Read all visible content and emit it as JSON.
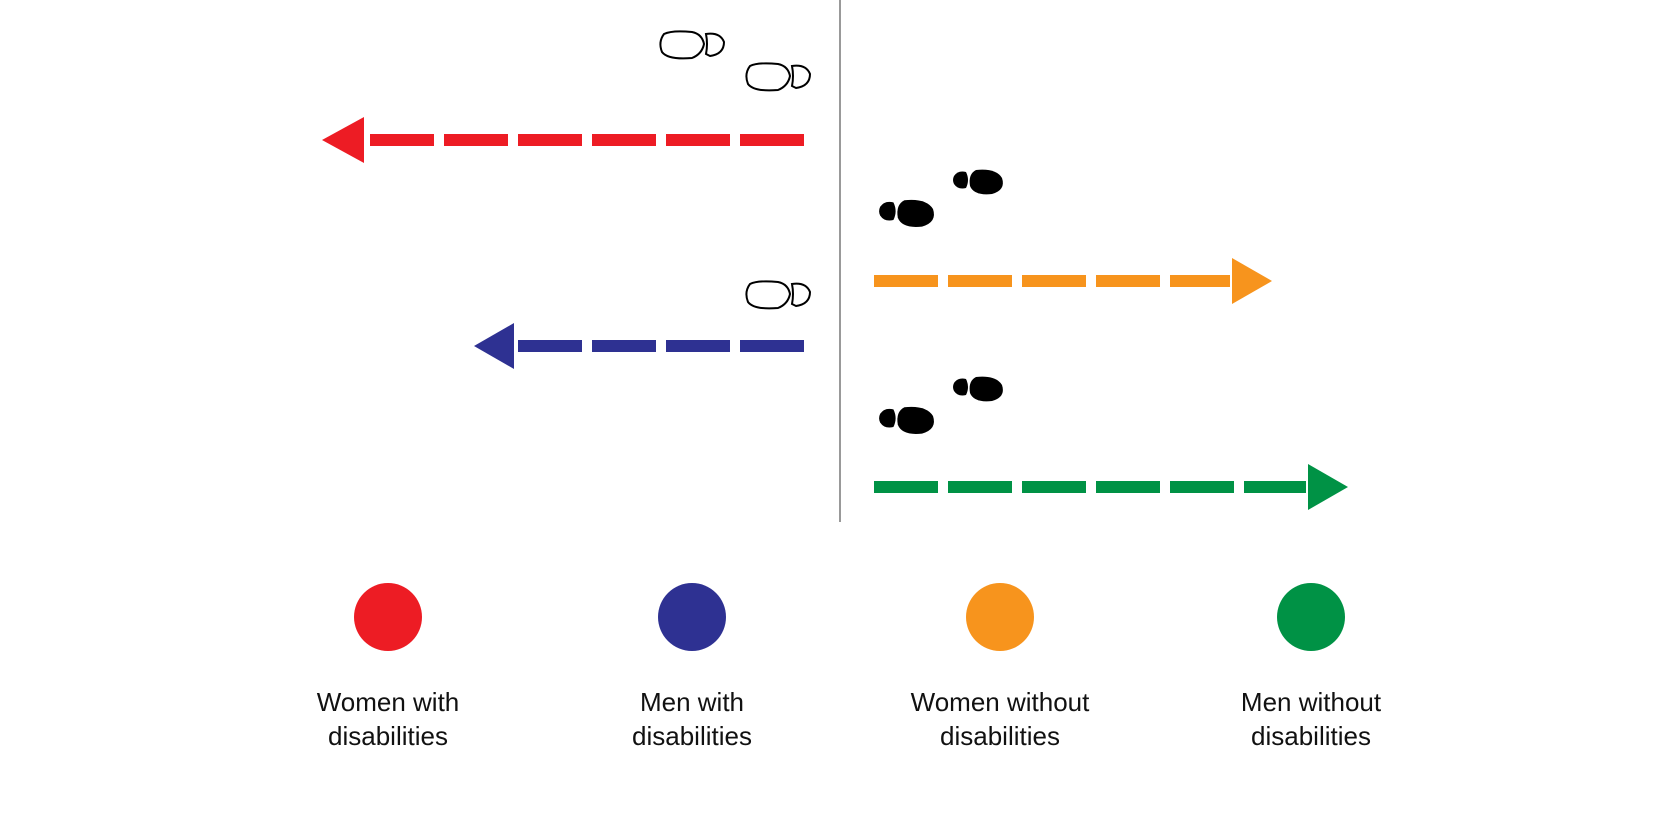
{
  "groups": [
    {
      "id": "women-with-disabilities",
      "label_line1": "Women with",
      "label_line2": "disabilities",
      "color": "#ED1C24",
      "arrow_direction": "left",
      "relative_length": 0.5,
      "footprints": "outline"
    },
    {
      "id": "men-with-disabilities",
      "label_line1": "Men with",
      "label_line2": "disabilities",
      "color": "#2E3192",
      "arrow_direction": "left",
      "relative_length": 0.34,
      "footprints": "outline"
    },
    {
      "id": "women-without-disabilities",
      "label_line1": "Women without",
      "label_line2": "disabilities",
      "color": "#F7941D",
      "arrow_direction": "right",
      "relative_length": 0.42,
      "footprints": "filled"
    },
    {
      "id": "men-without-disabilities",
      "label_line1": "Men without",
      "label_line2": "disabilities",
      "color": "#009245",
      "arrow_direction": "right",
      "relative_length": 0.5,
      "footprints": "filled"
    }
  ],
  "icons": {
    "outline_footprint": "footprint-outline-icon",
    "filled_footprint": "footprint-filled-icon"
  },
  "divider_color": "#999999"
}
